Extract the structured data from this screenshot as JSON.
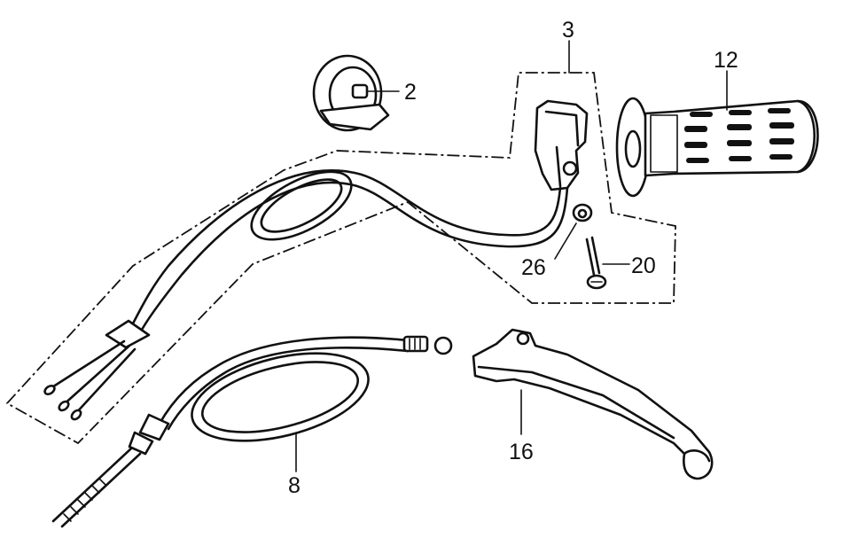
{
  "callouts": {
    "c2": "2",
    "c3": "3",
    "c12": "12",
    "c26": "26",
    "c20": "20",
    "c16": "16",
    "c8": "8"
  },
  "colors": {
    "ink": "#111111",
    "paper": "#ffffff"
  }
}
